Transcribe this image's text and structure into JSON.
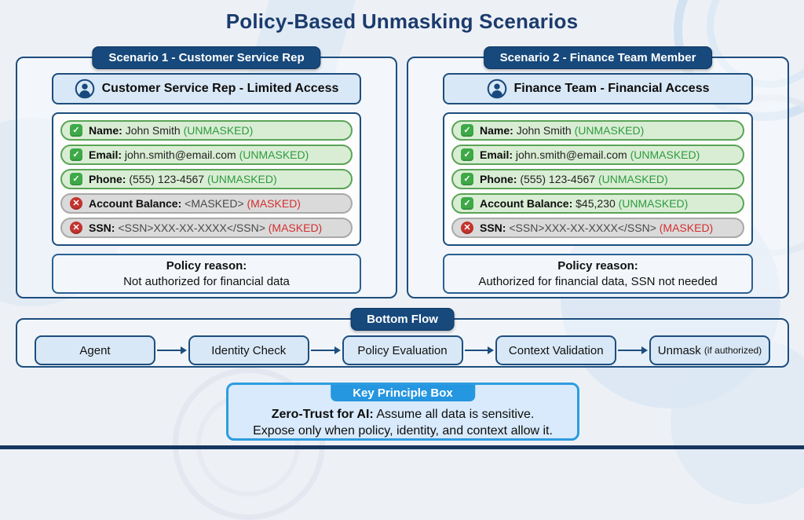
{
  "title": "Policy-Based Unmasking Scenarios",
  "scenarios": [
    {
      "tab": "Scenario 1 - Customer Service Rep",
      "role_header": "Customer Service Rep - Limited Access",
      "rows": [
        {
          "label": "Name:",
          "value": "John Smith",
          "status": "(UNMASKED)",
          "state": "unmasked"
        },
        {
          "label": "Email:",
          "value": "john.smith@email.com",
          "status": "(UNMASKED)",
          "state": "unmasked"
        },
        {
          "label": "Phone:",
          "value": "(555) 123-4567",
          "status": "(UNMASKED)",
          "state": "unmasked"
        },
        {
          "label": "Account Balance:",
          "value": "<MASKED>",
          "status": "(MASKED)",
          "state": "masked"
        },
        {
          "label": "SSN:",
          "value": "<SSN>XXX-XX-XXXX</SSN>",
          "status": "(MASKED)",
          "state": "masked"
        }
      ],
      "policy_label": "Policy reason:",
      "policy_text": "Not authorized for financial data"
    },
    {
      "tab": "Scenario 2 - Finance Team Member",
      "role_header": "Finance Team - Financial Access",
      "rows": [
        {
          "label": "Name:",
          "value": "John Smith",
          "status": "(UNMASKED)",
          "state": "unmasked"
        },
        {
          "label": "Email:",
          "value": "john.smith@email.com",
          "status": "(UNMASKED)",
          "state": "unmasked"
        },
        {
          "label": "Phone:",
          "value": "(555) 123-4567",
          "status": "(UNMASKED)",
          "state": "unmasked"
        },
        {
          "label": "Account Balance:",
          "value": "$45,230",
          "status": "(UNMASKED)",
          "state": "unmasked"
        },
        {
          "label": "SSN:",
          "value": "<SSN>XXX-XX-XXXX</SSN>",
          "status": "(MASKED)",
          "state": "masked"
        }
      ],
      "policy_label": "Policy reason:",
      "policy_text": "Authorized for financial data, SSN not needed"
    }
  ],
  "bottom_flow": {
    "tab": "Bottom Flow",
    "steps": [
      {
        "label": "Agent"
      },
      {
        "label": "Identity Check"
      },
      {
        "label": "Policy Evaluation"
      },
      {
        "label": "Context Validation"
      },
      {
        "label": "Unmask",
        "sub": "(if authorized)"
      }
    ]
  },
  "key_principle": {
    "tab": "Key Principle Box",
    "line1_bold": "Zero-Trust for AI:",
    "line1_rest": "Assume all data is sensitive.",
    "line2": "Expose only when policy, identity, and context allow it."
  },
  "icons": {
    "unmasked_row": "check-icon",
    "masked_row": "x-icon",
    "role_header": "person-icon"
  },
  "colors": {
    "navy_accent": "#17497c",
    "panel_border": "#1d4e7e",
    "light_blue_fill": "#d9e8f6",
    "green_row_bg": "#d9edd4",
    "green_row_border": "#5ba457",
    "unmasked_text": "#2e9b3f",
    "gray_row_bg": "#dadada",
    "masked_text": "#d32f2f",
    "key_box_blue": "#2e9ce2",
    "title_text": "#1b3b6d"
  }
}
